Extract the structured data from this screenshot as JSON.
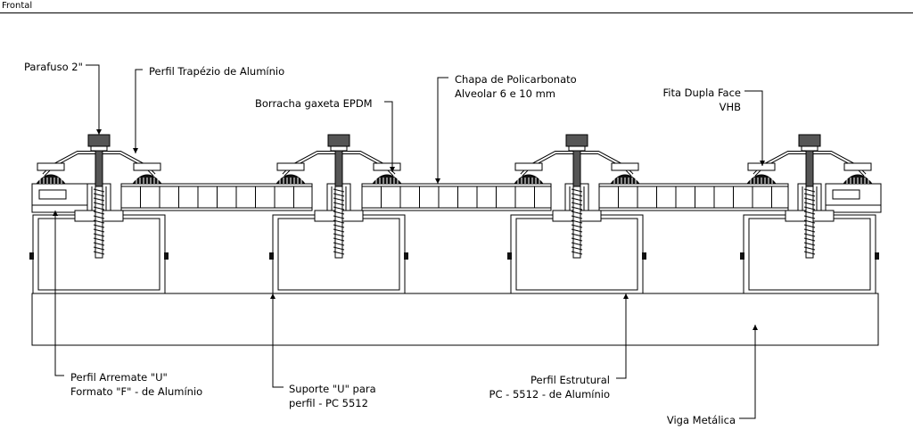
{
  "view_label": "Frontal",
  "labels": {
    "parafuso": "Parafuso 2\"",
    "perfil_trapezio": "Perfil Trapézio de Alumínio",
    "chapa_line1": "Chapa de Policarbonato",
    "chapa_line2": "Alveolar 6 e 10 mm",
    "borracha": "Borracha gaxeta EPDM",
    "fita_line1": "Fita Dupla Face",
    "fita_line2": "VHB",
    "arremate_line1": "Perfil Arremate \"U\"",
    "arremate_line2": "Formato \"F\" - de Alumínio",
    "suporte_line1": "Suporte \"U\" para",
    "suporte_line2": "perfil - PC 5512",
    "estrutural_line1": "Perfil Estrutural",
    "estrutural_line2": "PC - 5512 - de Alumínio",
    "viga": "Viga Metálica"
  },
  "colors": {
    "line": "#000000",
    "screw_head": "#555555",
    "gasket": "#111111",
    "fill": "#ffffff"
  }
}
